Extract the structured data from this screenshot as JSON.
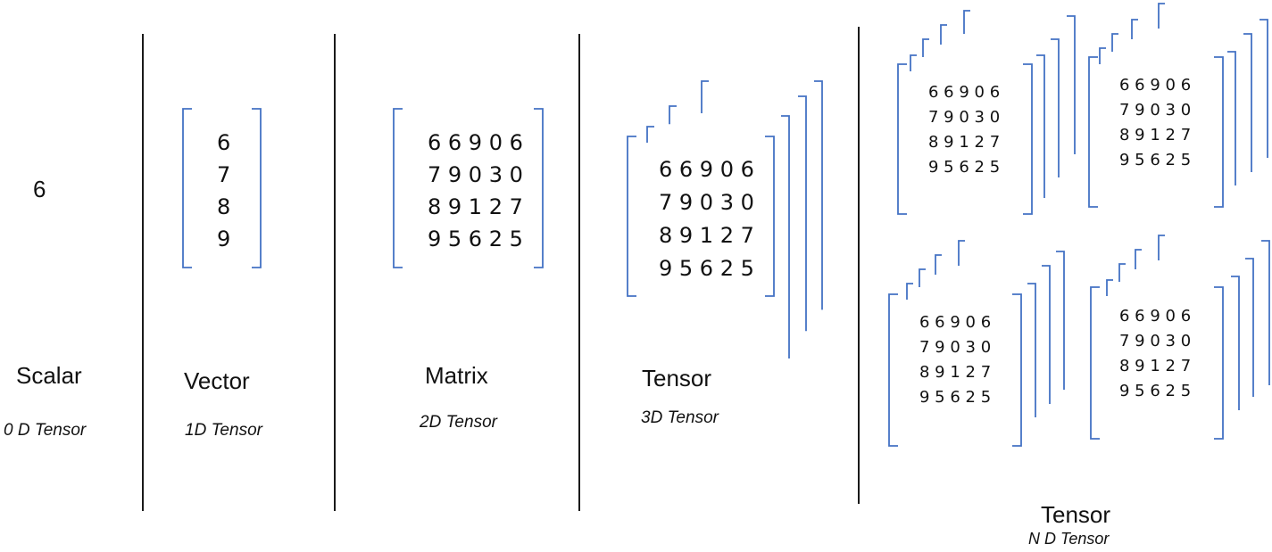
{
  "colors": {
    "bracket": "#4472C4",
    "divider": "#1a1a1a",
    "text": "#111111"
  },
  "scalar": {
    "value": "6",
    "title": "Scalar",
    "subtitle": "0 D Tensor"
  },
  "vector": {
    "values": [
      "6",
      "7",
      "8",
      "9"
    ],
    "title": "Vector",
    "subtitle": "1D Tensor"
  },
  "matrix": {
    "rows": [
      "6 6 9 0 6",
      "7 9 0 3 0",
      "8 9 1 2 7",
      "9 5 6 2 5"
    ],
    "title": "Matrix",
    "subtitle": "2D Tensor"
  },
  "tensor3d": {
    "rows": [
      "6 6 9 0 6",
      "7 9 0 3 0",
      "8 9 1 2 7",
      "9 5 6 2 5"
    ],
    "title": "Tensor",
    "subtitle": "3D Tensor"
  },
  "tensornd": {
    "rows": [
      "6 6 9 0 6",
      "7 9 0 3 0",
      "8 9 1 2 7",
      "9 5 6 2 5"
    ],
    "title": "Tensor",
    "subtitle": "N D Tensor"
  }
}
